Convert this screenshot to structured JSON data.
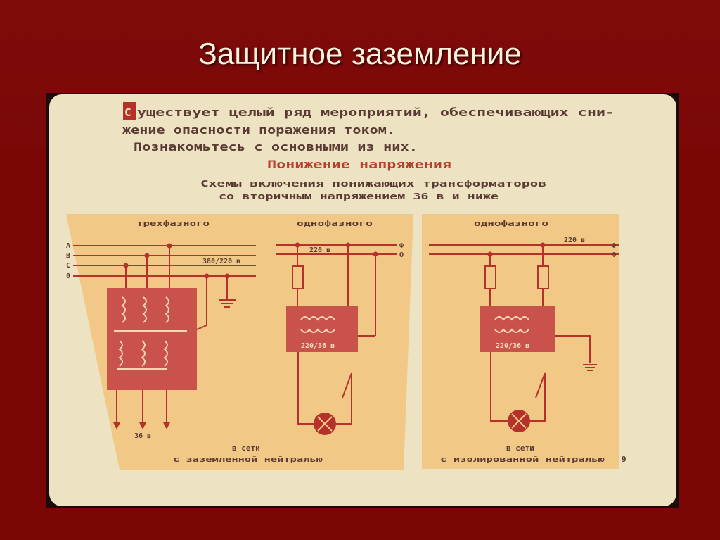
{
  "slide": {
    "title": "Защитное заземление"
  },
  "card": {
    "intro_initial": "С",
    "intro_line1": "уществует целый ряд мероприятий, обеспечивающих сни-",
    "intro_line2": "жение опасности поражения током.",
    "intro_line3": "Познакомьтесь с основными из них.",
    "section_title": "Понижение напряжения",
    "subtitle_line1": "Схемы включения понижающих трансформаторов",
    "subtitle_line2": "со вторичным напряжением 36 в и ниже",
    "page_number": "9"
  },
  "schemes": [
    {
      "title": "трехфазного",
      "phase_labels": [
        "A",
        "B",
        "C",
        "0"
      ],
      "voltage": "380/220 в",
      "output": "36 в"
    },
    {
      "title": "однофазного",
      "phase_labels": [
        "Ф",
        "О"
      ],
      "voltage": "220 в",
      "transformer_ratio": "220/36 в"
    },
    {
      "title": "однофазного",
      "phase_labels": [
        "Ф",
        "Ф"
      ],
      "voltage": "220 в",
      "transformer_ratio": "220/36 в"
    }
  ],
  "captions": {
    "left_line1": "в сети",
    "left_line2": "с заземленной нейтралью",
    "right_line1": "в сети",
    "right_line2": "с изолированной нейтралью"
  },
  "colors": {
    "background": "#7a0707",
    "card": "#ede3c3",
    "panel": "#f1c886",
    "line": "#b4322a",
    "transformer": "#c9524a",
    "text": "#5a3b33"
  }
}
